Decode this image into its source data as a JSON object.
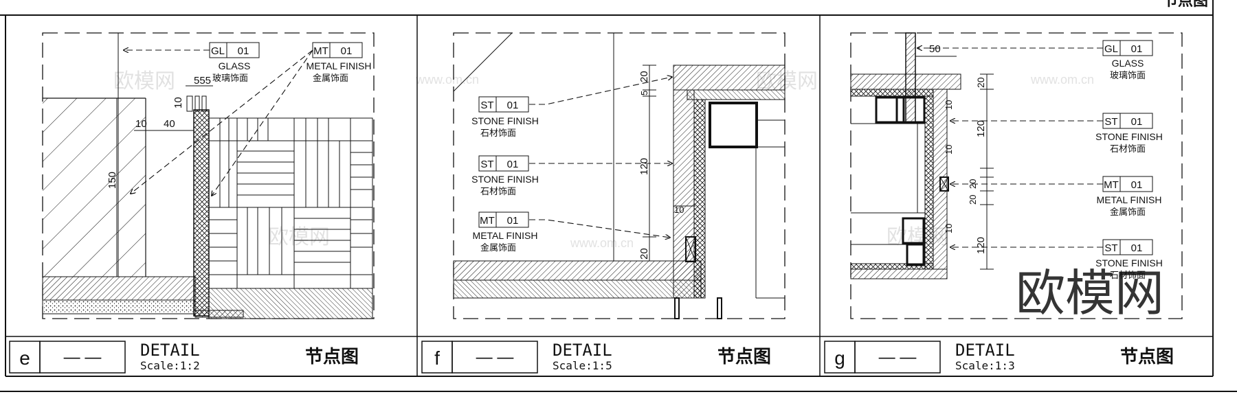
{
  "page": {
    "corner_title": "节点图",
    "watermark": "欧模网",
    "watermark_url": "www.om.cn"
  },
  "panels": [
    {
      "letter": "e",
      "dash": "— —",
      "detail": "DETAIL",
      "scale": "Scale:1:2",
      "title_cn": "节点图",
      "tags": [
        {
          "code": "GL",
          "num": "01",
          "en": "GLASS",
          "cn": "玻璃饰面"
        },
        {
          "code": "MT",
          "num": "01",
          "en": "METAL FINISH",
          "cn": "金属饰面"
        }
      ],
      "dims": [
        "555",
        "10",
        "10",
        "40",
        "150"
      ]
    },
    {
      "letter": "f",
      "dash": "— —",
      "detail": "DETAIL",
      "scale": "Scale:1:5",
      "title_cn": "节点图",
      "tags": [
        {
          "code": "ST",
          "num": "01",
          "en": "STONE FINISH",
          "cn": "石材饰面"
        },
        {
          "code": "ST",
          "num": "01",
          "en": "STONE FINISH",
          "cn": "石材饰面"
        },
        {
          "code": "MT",
          "num": "01",
          "en": "METAL FINISH",
          "cn": "金属饰面"
        }
      ],
      "dims": [
        "20",
        "5",
        "120",
        "10",
        "20"
      ]
    },
    {
      "letter": "g",
      "dash": "— —",
      "detail": "DETAIL",
      "scale": "Scale:1:3",
      "title_cn": "节点图",
      "tags": [
        {
          "code": "GL",
          "num": "01",
          "en": "GLASS",
          "cn": "玻璃饰面"
        },
        {
          "code": "ST",
          "num": "01",
          "en": "STONE FINISH",
          "cn": "石材饰面"
        },
        {
          "code": "MT",
          "num": "01",
          "en": "METAL FINISH",
          "cn": "金属饰面"
        },
        {
          "code": "ST",
          "num": "01",
          "en": "STONE FINISH",
          "cn": "石材饰面"
        }
      ],
      "dims": [
        "50",
        "20",
        "10",
        "120",
        "10",
        "20",
        "20",
        "10",
        "120"
      ]
    }
  ]
}
